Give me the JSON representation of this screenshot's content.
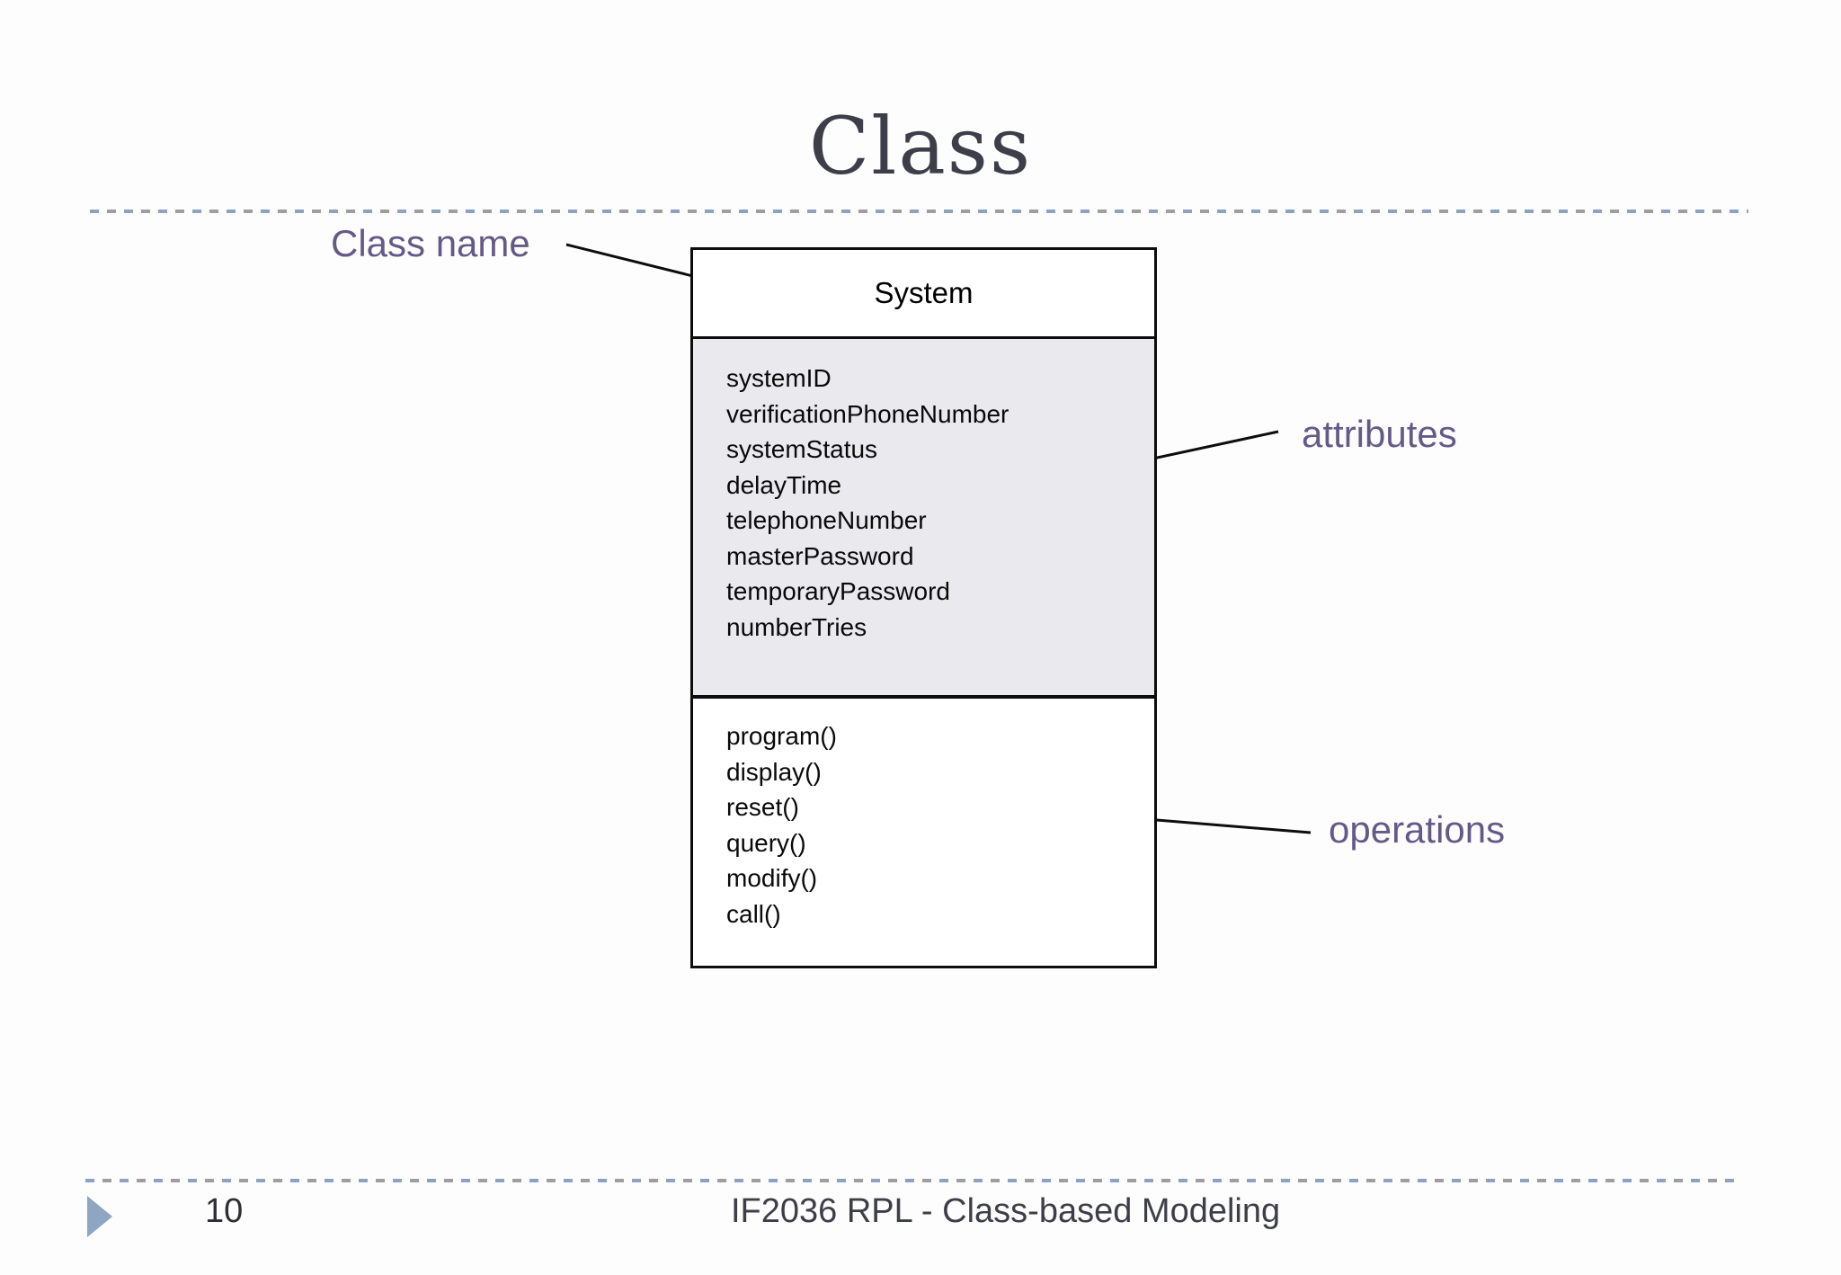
{
  "slide": {
    "title": "Class",
    "page_number": "10",
    "footer": "IF2036 RPL - Class-based Modeling"
  },
  "labels": {
    "class_name": "Class name",
    "attributes": "attributes",
    "operations": "operations"
  },
  "uml_class": {
    "name": "System",
    "attributes": [
      "systemID",
      "verificationPhoneNumber",
      "systemStatus",
      "delayTime",
      "telephoneNumber",
      "masterPassword",
      "temporaryPassword",
      "numberTries"
    ],
    "operations": [
      "program()",
      "display()",
      "reset()",
      "query()",
      "modify()",
      "call()"
    ]
  },
  "colors": {
    "label_purple": "#655a87",
    "title_color": "#3e3e4b",
    "attributes_bg": "#eae9ed",
    "box_border": "#0d0d0d",
    "triangle_blue": "#8fa6c2",
    "dash_blue": "#8ba3c2",
    "dash_gray": "#9e9e9e"
  }
}
